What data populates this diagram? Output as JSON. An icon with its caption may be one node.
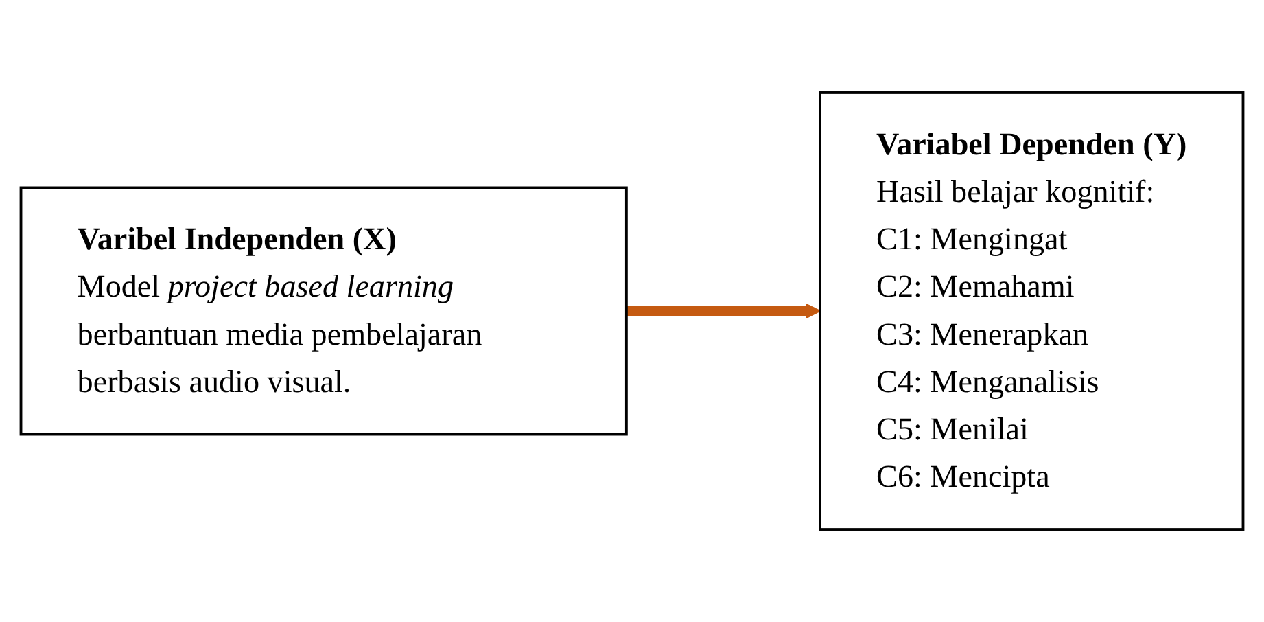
{
  "diagram": {
    "nodes": [
      {
        "text": [
          "Varibel Independen (X)",
          "Model *project based learning* berbantuan media pembelajaran berbasis audio visual."
        ]
      },
      {
        "text": [
          "Variabel Dependen (Y)",
          "Hasil belajar kognitif:",
          "C1: Mengingat",
          "C2: Memahami",
          "C3: Menerapkan",
          "C4: Menganalisis",
          "C5: Menilai",
          "C6: Mencipta"
        ]
      }
    ],
    "edges": [
      {
        "from": 0,
        "to": 1,
        "arrow": "to",
        "color": "#c55a11"
      }
    ]
  }
}
